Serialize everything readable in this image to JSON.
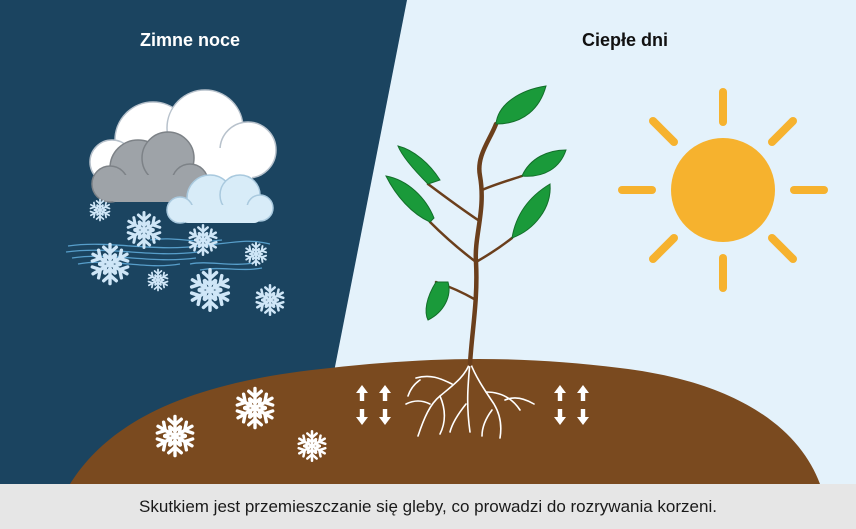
{
  "titles": {
    "night": "Zimne noce",
    "day": "Ciepłe dni"
  },
  "caption": "Skutkiem jest przemieszczanie się gleby, co prowadzi do rozrywania korzeni.",
  "colors": {
    "night_sky": "#1b4460",
    "day_sky": "#e4f2fb",
    "soil": "#7a4a1f",
    "sun": "#f6b22e",
    "leaf": "#1a9a3a",
    "caption_bar": "#e6e6e6"
  },
  "icons": [
    "cloud-icon",
    "snowflake-icon",
    "wind-icon",
    "sun-icon",
    "plant-icon",
    "roots-icon",
    "up-down-arrows-icon"
  ]
}
